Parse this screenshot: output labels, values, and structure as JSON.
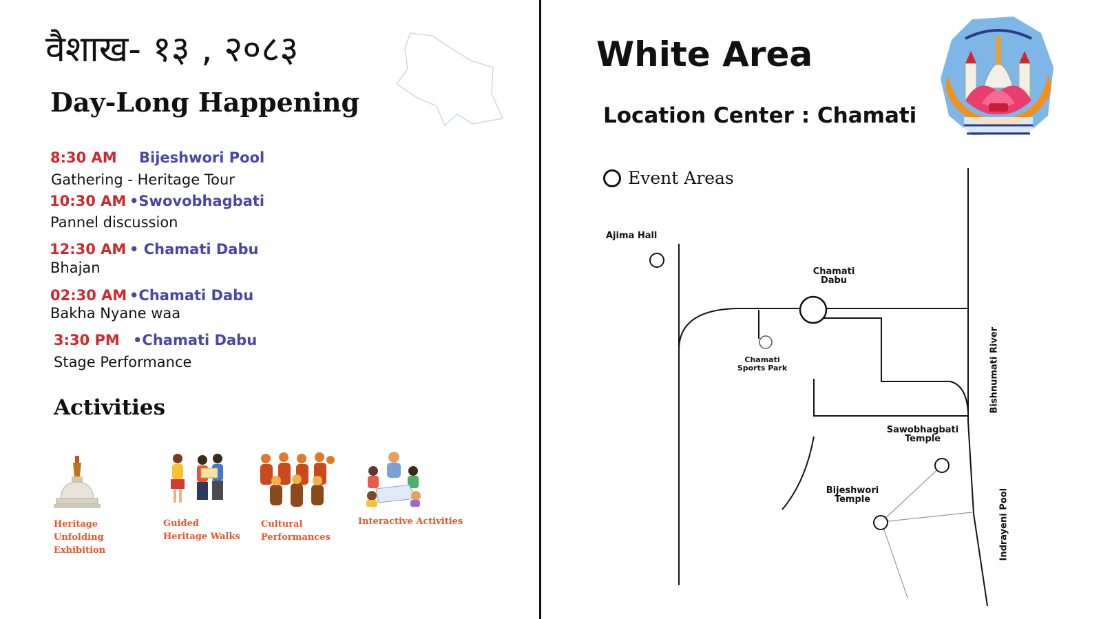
{
  "left": {
    "date": "वैशाख- १३ , २०८३",
    "heading": "Day-Long Happening",
    "schedule": [
      {
        "time": "8:30 AM",
        "place": "Bijeshwori Pool",
        "event": "Gathering - Heritage Tour"
      },
      {
        "time": "10:30 AM",
        "place": "•Swovobhagbati",
        "event": "Pannel discussion"
      },
      {
        "time": "12:30 AM",
        "place": "• Chamati Dabu",
        "event": "Bhajan"
      },
      {
        "time": "02:30 AM",
        "place": "•Chamati Dabu",
        "event": "Bakha Nyane waa"
      },
      {
        "time": "3:30 PM",
        "place": "•Chamati Dabu",
        "event": "Stage Performance"
      }
    ],
    "activities_title": "Activities",
    "activities": [
      {
        "label": "Heritage Unfolding Exhibition",
        "icon": "stupa-icon"
      },
      {
        "label": "Guided Heritage Walks",
        "icon": "walkers-icon"
      },
      {
        "label": "Cultural Performances",
        "icon": "dancers-icon"
      },
      {
        "label": "Interactive Activities",
        "icon": "group-activity-icon"
      }
    ]
  },
  "right": {
    "title": "White Area",
    "subtitle": "Location Center : Chamati",
    "legend": "Event Areas",
    "map": {
      "ajima_hall": "Ajima Hall",
      "chamati_dabu": "Chamati Dabu",
      "sports_park": "Chamati Sports Park",
      "bishnumati": "Bishnumati River",
      "sawobhagbati": "Sawobhagbati Temple",
      "bijeshwori": "Bijeshwori Temple",
      "indrayeni": "Indrayeni Pool"
    }
  },
  "colors": {
    "time": "#d0282d",
    "place": "#4a46a8",
    "activity": "#e8562a"
  }
}
